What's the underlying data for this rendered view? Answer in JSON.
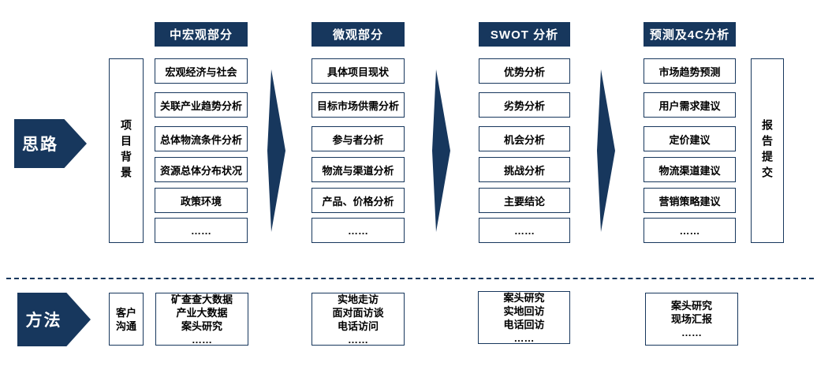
{
  "colors": {
    "navy": "#17375D",
    "box_bg": "#FFFFFF",
    "box_text": "#000000",
    "header_text": "#FFFFFF"
  },
  "approach": {
    "label": "思路",
    "left_rail": "项目背景",
    "right_rail": "报告提交",
    "columns": [
      {
        "header": "中宏观部分",
        "boxes": [
          "宏观经济与社会",
          "关联产业趋势分析",
          "总体物流条件分析",
          "资源总体分布状况",
          "政策环境",
          "……"
        ]
      },
      {
        "header": "微观部分",
        "boxes": [
          "具体项目现状",
          "目标市场供需分析",
          "参与者分析",
          "物流与渠道分析",
          "产品、价格分析",
          "……"
        ]
      },
      {
        "header": "SWOT 分析",
        "boxes": [
          "优势分析",
          "劣势分析",
          "机会分析",
          "挑战分析",
          "主要结论",
          "……"
        ]
      },
      {
        "header": "预测及4C分析",
        "boxes": [
          "市场趋势预测",
          "用户需求建议",
          "定价建议",
          "物流渠道建议",
          "营销策略建议",
          "……"
        ]
      }
    ]
  },
  "method": {
    "label": "方法",
    "lead_box_lines": [
      "客户",
      "沟通"
    ],
    "boxes": [
      {
        "lines": [
          "矿查查大数据",
          "产业大数据",
          "案头研究",
          "……"
        ]
      },
      {
        "lines": [
          "实地走访",
          "面对面访谈",
          "电话访问",
          "……"
        ]
      },
      {
        "lines": [
          "案头研究",
          "实地回访",
          "电话回访",
          "……"
        ]
      },
      {
        "lines": [
          "案头研究",
          "现场汇报",
          "……"
        ]
      }
    ]
  }
}
